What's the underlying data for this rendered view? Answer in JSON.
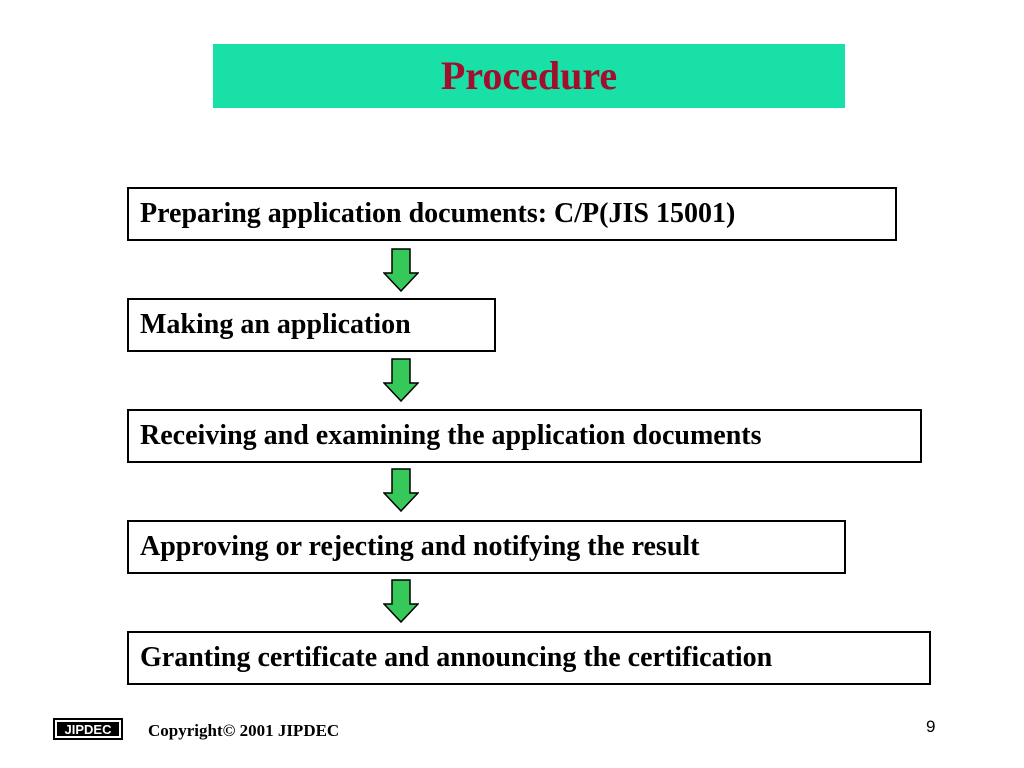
{
  "slide": {
    "title": "Procedure",
    "title_color": "#a0102e",
    "banner_color": "#19e0a6",
    "arrow_color": "#36c95a",
    "arrow_icon": "down-arrow-icon",
    "steps": [
      {
        "label": "Preparing application documents: C/P(JIS 15001)"
      },
      {
        "label": "Making an application"
      },
      {
        "label": "Receiving and examining the application documents"
      },
      {
        "label": "Approving or rejecting and notifying the result"
      },
      {
        "label": "Granting certificate and announcing the certification"
      }
    ]
  },
  "footer": {
    "logo_text": "JIPDEC",
    "copyright": "Copyright© 2001 JIPDEC",
    "page_number": "9"
  }
}
